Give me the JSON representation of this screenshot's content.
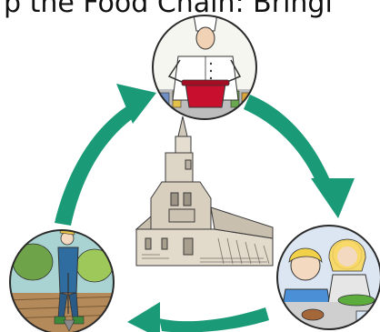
{
  "caption": {
    "text": "p the Food Chain: Bringi"
  },
  "colors": {
    "arrow": "#1a9a77",
    "circle_border": "#2a2a2a",
    "sky": "#a9d3d2",
    "grass": "#9ec85a",
    "building": "#d8cfbf",
    "sketch": "#3a3a3a"
  },
  "cycle": [
    {
      "stage": "cook",
      "icon": "chef-illustration"
    },
    {
      "stage": "eat",
      "icon": "children-eating-illustration"
    },
    {
      "stage": "grow",
      "icon": "farmer-illustration"
    }
  ],
  "center": {
    "icon": "church-tower-illustration"
  }
}
